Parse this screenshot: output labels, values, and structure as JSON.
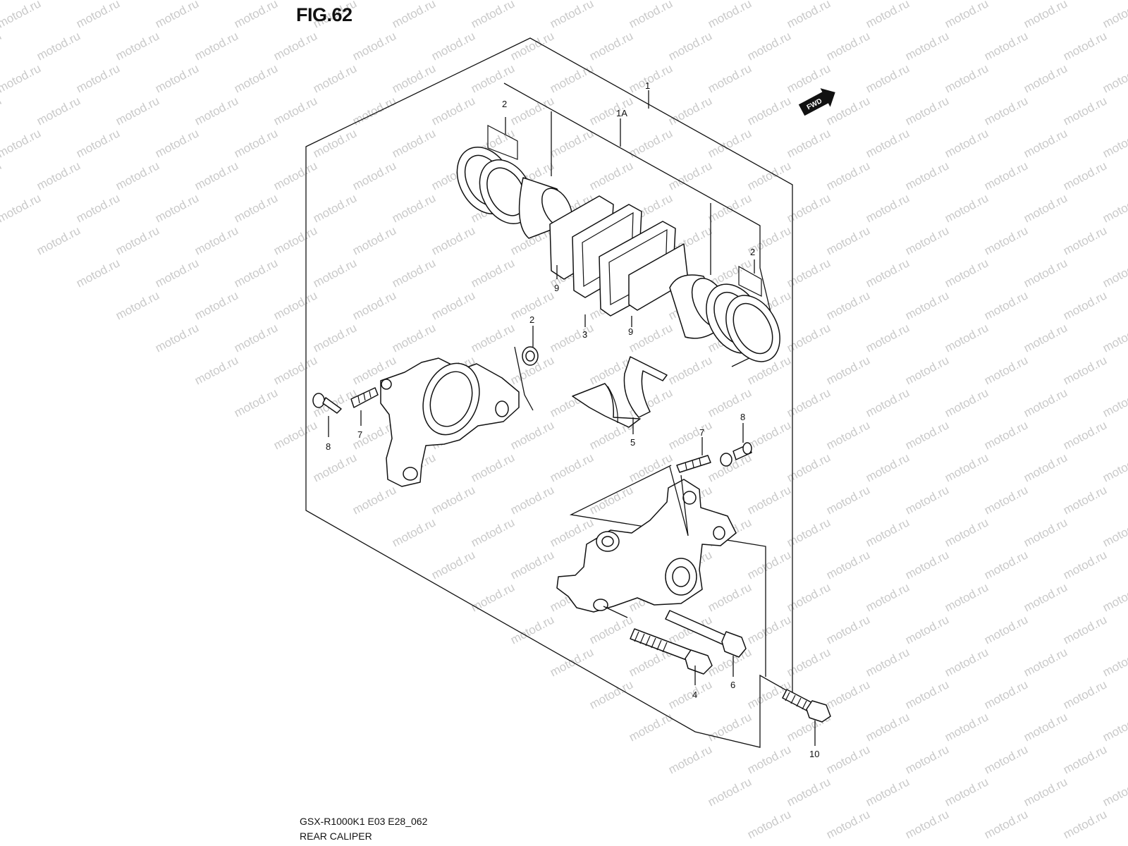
{
  "figure": {
    "title": "FIG.62",
    "model_code": "GSX-R1000K1 E03 E28_062",
    "part_name": "REAR CALIPER"
  },
  "watermark": {
    "text": "motod.ru",
    "color": "#c9c9c9"
  },
  "fwd_badge": {
    "text": "FWD",
    "icon": "fwd-arrow-icon"
  },
  "callouts": [
    {
      "id": "1"
    },
    {
      "id": "1A"
    },
    {
      "id": "2"
    },
    {
      "id": "2"
    },
    {
      "id": "2"
    },
    {
      "id": "9"
    },
    {
      "id": "3"
    },
    {
      "id": "9"
    },
    {
      "id": "5"
    },
    {
      "id": "8"
    },
    {
      "id": "7"
    },
    {
      "id": "7"
    },
    {
      "id": "8"
    },
    {
      "id": "4"
    },
    {
      "id": "6"
    },
    {
      "id": "10"
    }
  ]
}
